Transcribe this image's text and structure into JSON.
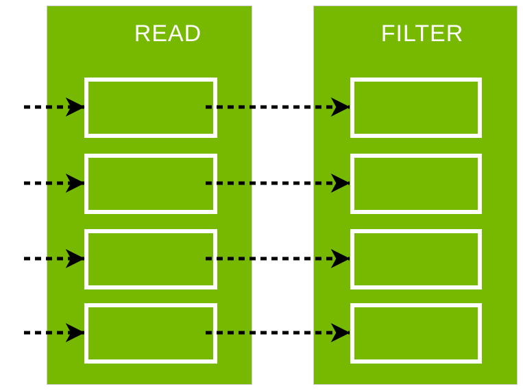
{
  "diagram": {
    "panels": [
      {
        "label": "READ",
        "box_count": 4
      },
      {
        "label": "FILTER",
        "box_count": 4
      }
    ],
    "arrows": {
      "style": "dashed",
      "head": "stealth-arrowhead",
      "direction": "left-to-right",
      "rows": 4,
      "per_row": 2
    }
  },
  "colors": {
    "panel-green": "#76B900",
    "box-outline": "#FFFFFF",
    "title-text": "#FFFFFF",
    "arrow-black": "#000000",
    "panel-border": "#CCCCCC",
    "background": "#FFFFFF"
  }
}
